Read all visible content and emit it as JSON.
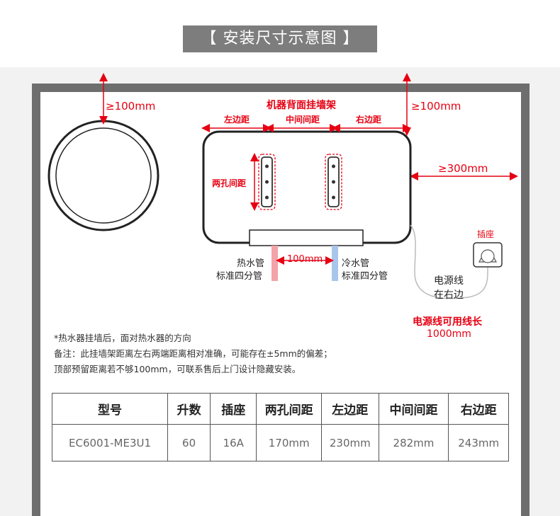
{
  "title": "【 安装尺寸示意图 】",
  "colors": {
    "accent_red": "#e60012",
    "wall": "#6e6e6e",
    "hot_pipe": "#f4a3a8",
    "cold_pipe": "#a8c6ec",
    "title_bg": "#7d7d7d"
  },
  "diagram": {
    "top_gap_left": "≥100mm",
    "top_gap_right": "≥100mm",
    "side_gap": "≥300mm",
    "bracket_title": "机器背面挂墙架",
    "left_margin_label": "左边距",
    "center_distance_label": "中间间距",
    "right_margin_label": "右边距",
    "hole_spacing_label": "两孔间距",
    "hot_pipe_label_1": "热水管",
    "hot_pipe_label_2": "标准四分管",
    "cold_pipe_label_1": "冷水管",
    "cold_pipe_label_2": "标准四分管",
    "pipe_gap": "100mm",
    "socket_label": "插座",
    "cord_label_1": "电源线",
    "cord_label_2": "在右边",
    "cord_length_1": "电源线可用线长",
    "cord_length_2": "1000mm"
  },
  "notes": [
    "*热水器挂墙后，面对热水器的方向",
    "备注：此挂墙架距离左右两端距离相对准确，可能存在±5mm的偏差；",
    "顶部预留距离若不够100mm，可联系售后上门设计隐藏安装。"
  ],
  "table": {
    "headers": [
      "型号",
      "升数",
      "插座",
      "两孔间距",
      "左边距",
      "中间间距",
      "右边距"
    ],
    "rows": [
      [
        "EC6001-ME3U1",
        "60",
        "16A",
        "170mm",
        "230mm",
        "282mm",
        "243mm"
      ]
    ]
  }
}
